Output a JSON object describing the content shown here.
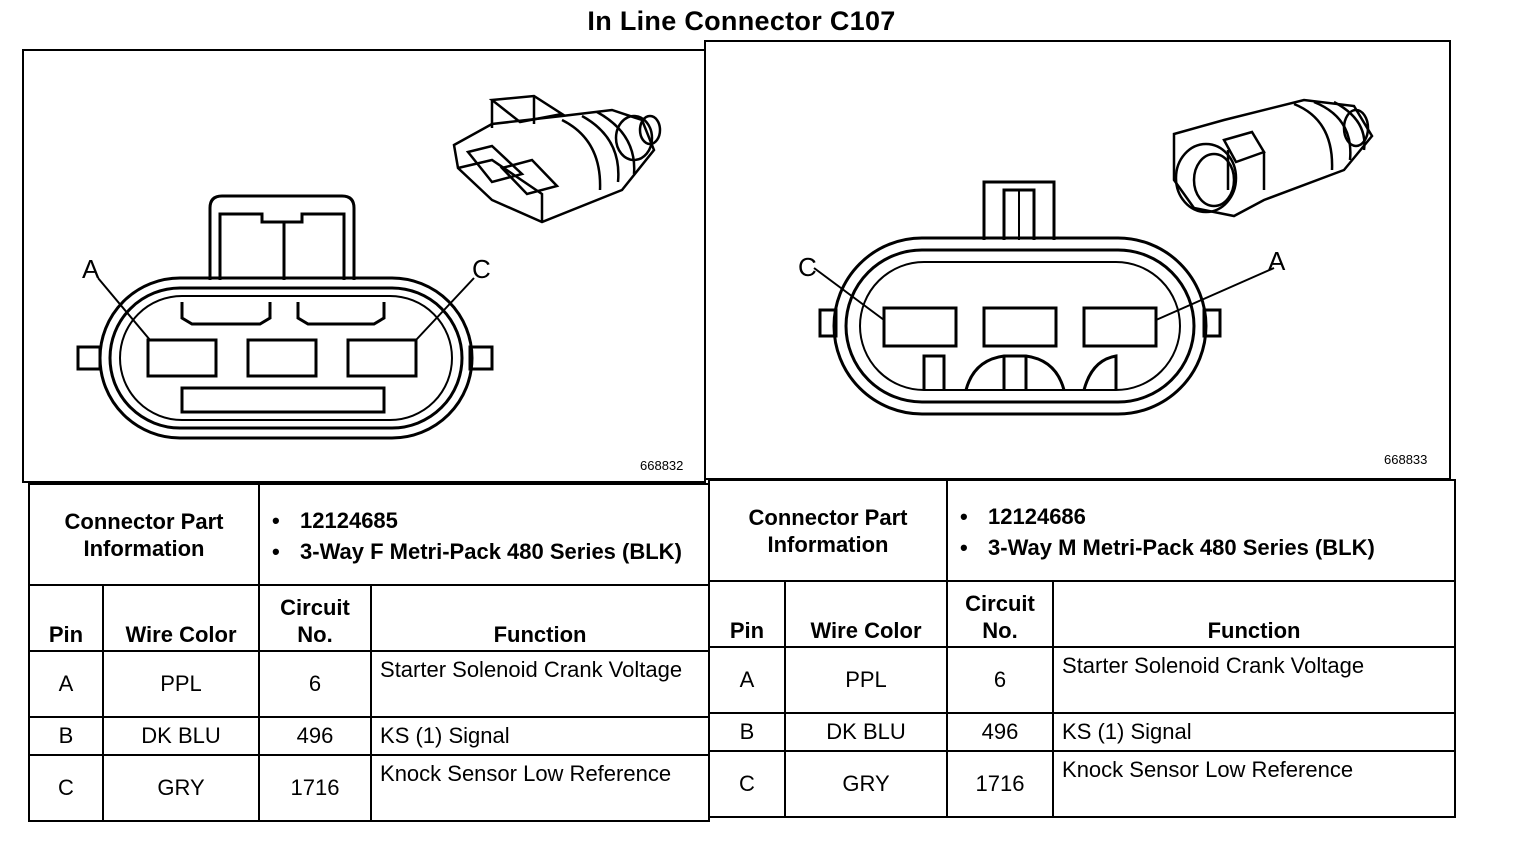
{
  "title": "In Line Connector C107",
  "left": {
    "figure_number": "668832",
    "pin_labels": {
      "a": "A",
      "c": "C"
    },
    "part_info_label": "Connector Part Information",
    "part_info": [
      "12124685",
      "3-Way F Metri-Pack 480 Series (BLK)"
    ],
    "headers": {
      "pin": "Pin",
      "wire_color": "Wire Color",
      "circuit": "Circuit No.",
      "function": "Function"
    },
    "rows": [
      {
        "pin": "A",
        "wire_color": "PPL",
        "circuit": "6",
        "function": "Starter Solenoid Crank Voltage"
      },
      {
        "pin": "B",
        "wire_color": "DK BLU",
        "circuit": "496",
        "function": "KS (1) Signal"
      },
      {
        "pin": "C",
        "wire_color": "GRY",
        "circuit": "1716",
        "function": "Knock Sensor Low Reference"
      }
    ]
  },
  "right": {
    "figure_number": "668833",
    "pin_labels": {
      "a": "A",
      "c": "C"
    },
    "part_info_label": "Connector Part Information",
    "part_info": [
      "12124686",
      "3-Way M Metri-Pack 480 Series (BLK)"
    ],
    "headers": {
      "pin": "Pin",
      "wire_color": "Wire Color",
      "circuit": "Circuit No.",
      "function": "Function"
    },
    "rows": [
      {
        "pin": "A",
        "wire_color": "PPL",
        "circuit": "6",
        "function": "Starter Solenoid Crank Voltage"
      },
      {
        "pin": "B",
        "wire_color": "DK BLU",
        "circuit": "496",
        "function": "KS (1) Signal"
      },
      {
        "pin": "C",
        "wire_color": "GRY",
        "circuit": "1716",
        "function": "Knock Sensor Low Reference"
      }
    ]
  },
  "bullet": "•"
}
